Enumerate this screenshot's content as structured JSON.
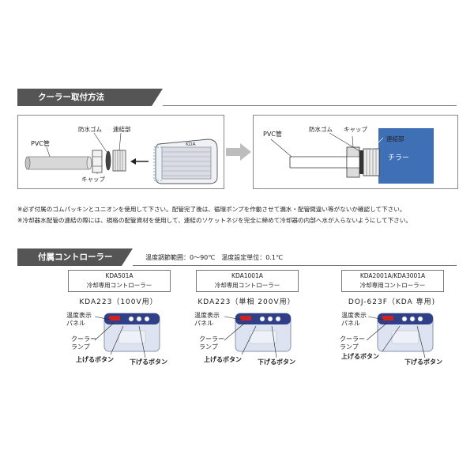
{
  "section1": {
    "title": "クーラー取付方法"
  },
  "left_diagram": {
    "pvc_label": "PVC管",
    "gasket_label": "防水ゴム",
    "joint_label": "連結部",
    "cap_label": "キャップ",
    "device_logo": "KDA"
  },
  "right_diagram": {
    "pvc_label": "PVC管",
    "gasket_label": "防水ゴム",
    "cap_label": "キャップ",
    "joint_label": "連結部",
    "chiller_label": "チラー"
  },
  "notes": [
    "※必ず付属のゴムパッキンとユニオンを使用して下さい。配管完了後は、循環ポンプを作動させて漏水・配管間違い等がないか確認して下さい。",
    "※冷却器水配管の連結の際には、規格の配管資材を使用して、連結のソケットネジを完全に締めて冷却器の内部へ水が入らないようにして下さい。"
  ],
  "section2": {
    "title": "付属コントローラー",
    "spec": "温度調節範囲：0〜90℃　温度設定単位：0.1℃"
  },
  "controllers": [
    {
      "model_line1": "KDA501A",
      "model_line2": "冷却専用コントローラー",
      "name": "KDA223（100V用）",
      "label_display": "温度表示\nパネル",
      "label_lamp": "クーラー\nランプ",
      "label_up": "上げるボタン",
      "label_down": "下げるボタン"
    },
    {
      "model_line1": "KDA1001A",
      "model_line2": "冷却専用コントローラー",
      "name": "KDA223（単相 200V用）",
      "label_display": "温度表示\nパネル",
      "label_lamp": "クーラー\nランプ",
      "label_up": "上げるボタン",
      "label_down": "下げるボタン"
    },
    {
      "model_line1": "KDA2001A/KDA3001A",
      "model_line2": "冷却専用コントローラー",
      "name": "DOJ-623F（KDA 専用)",
      "label_display": "温度表示\nパネル",
      "label_lamp": "クーラー\nランプ",
      "label_up": "上げるボタン",
      "label_down": "下げるボタン"
    }
  ],
  "colors": {
    "header_bar": "#555555",
    "chiller_blue": "#3f6fb5",
    "controller_body": "#dde3f0",
    "controller_panel": "#2f3f88",
    "display_red": "#cc2222"
  }
}
